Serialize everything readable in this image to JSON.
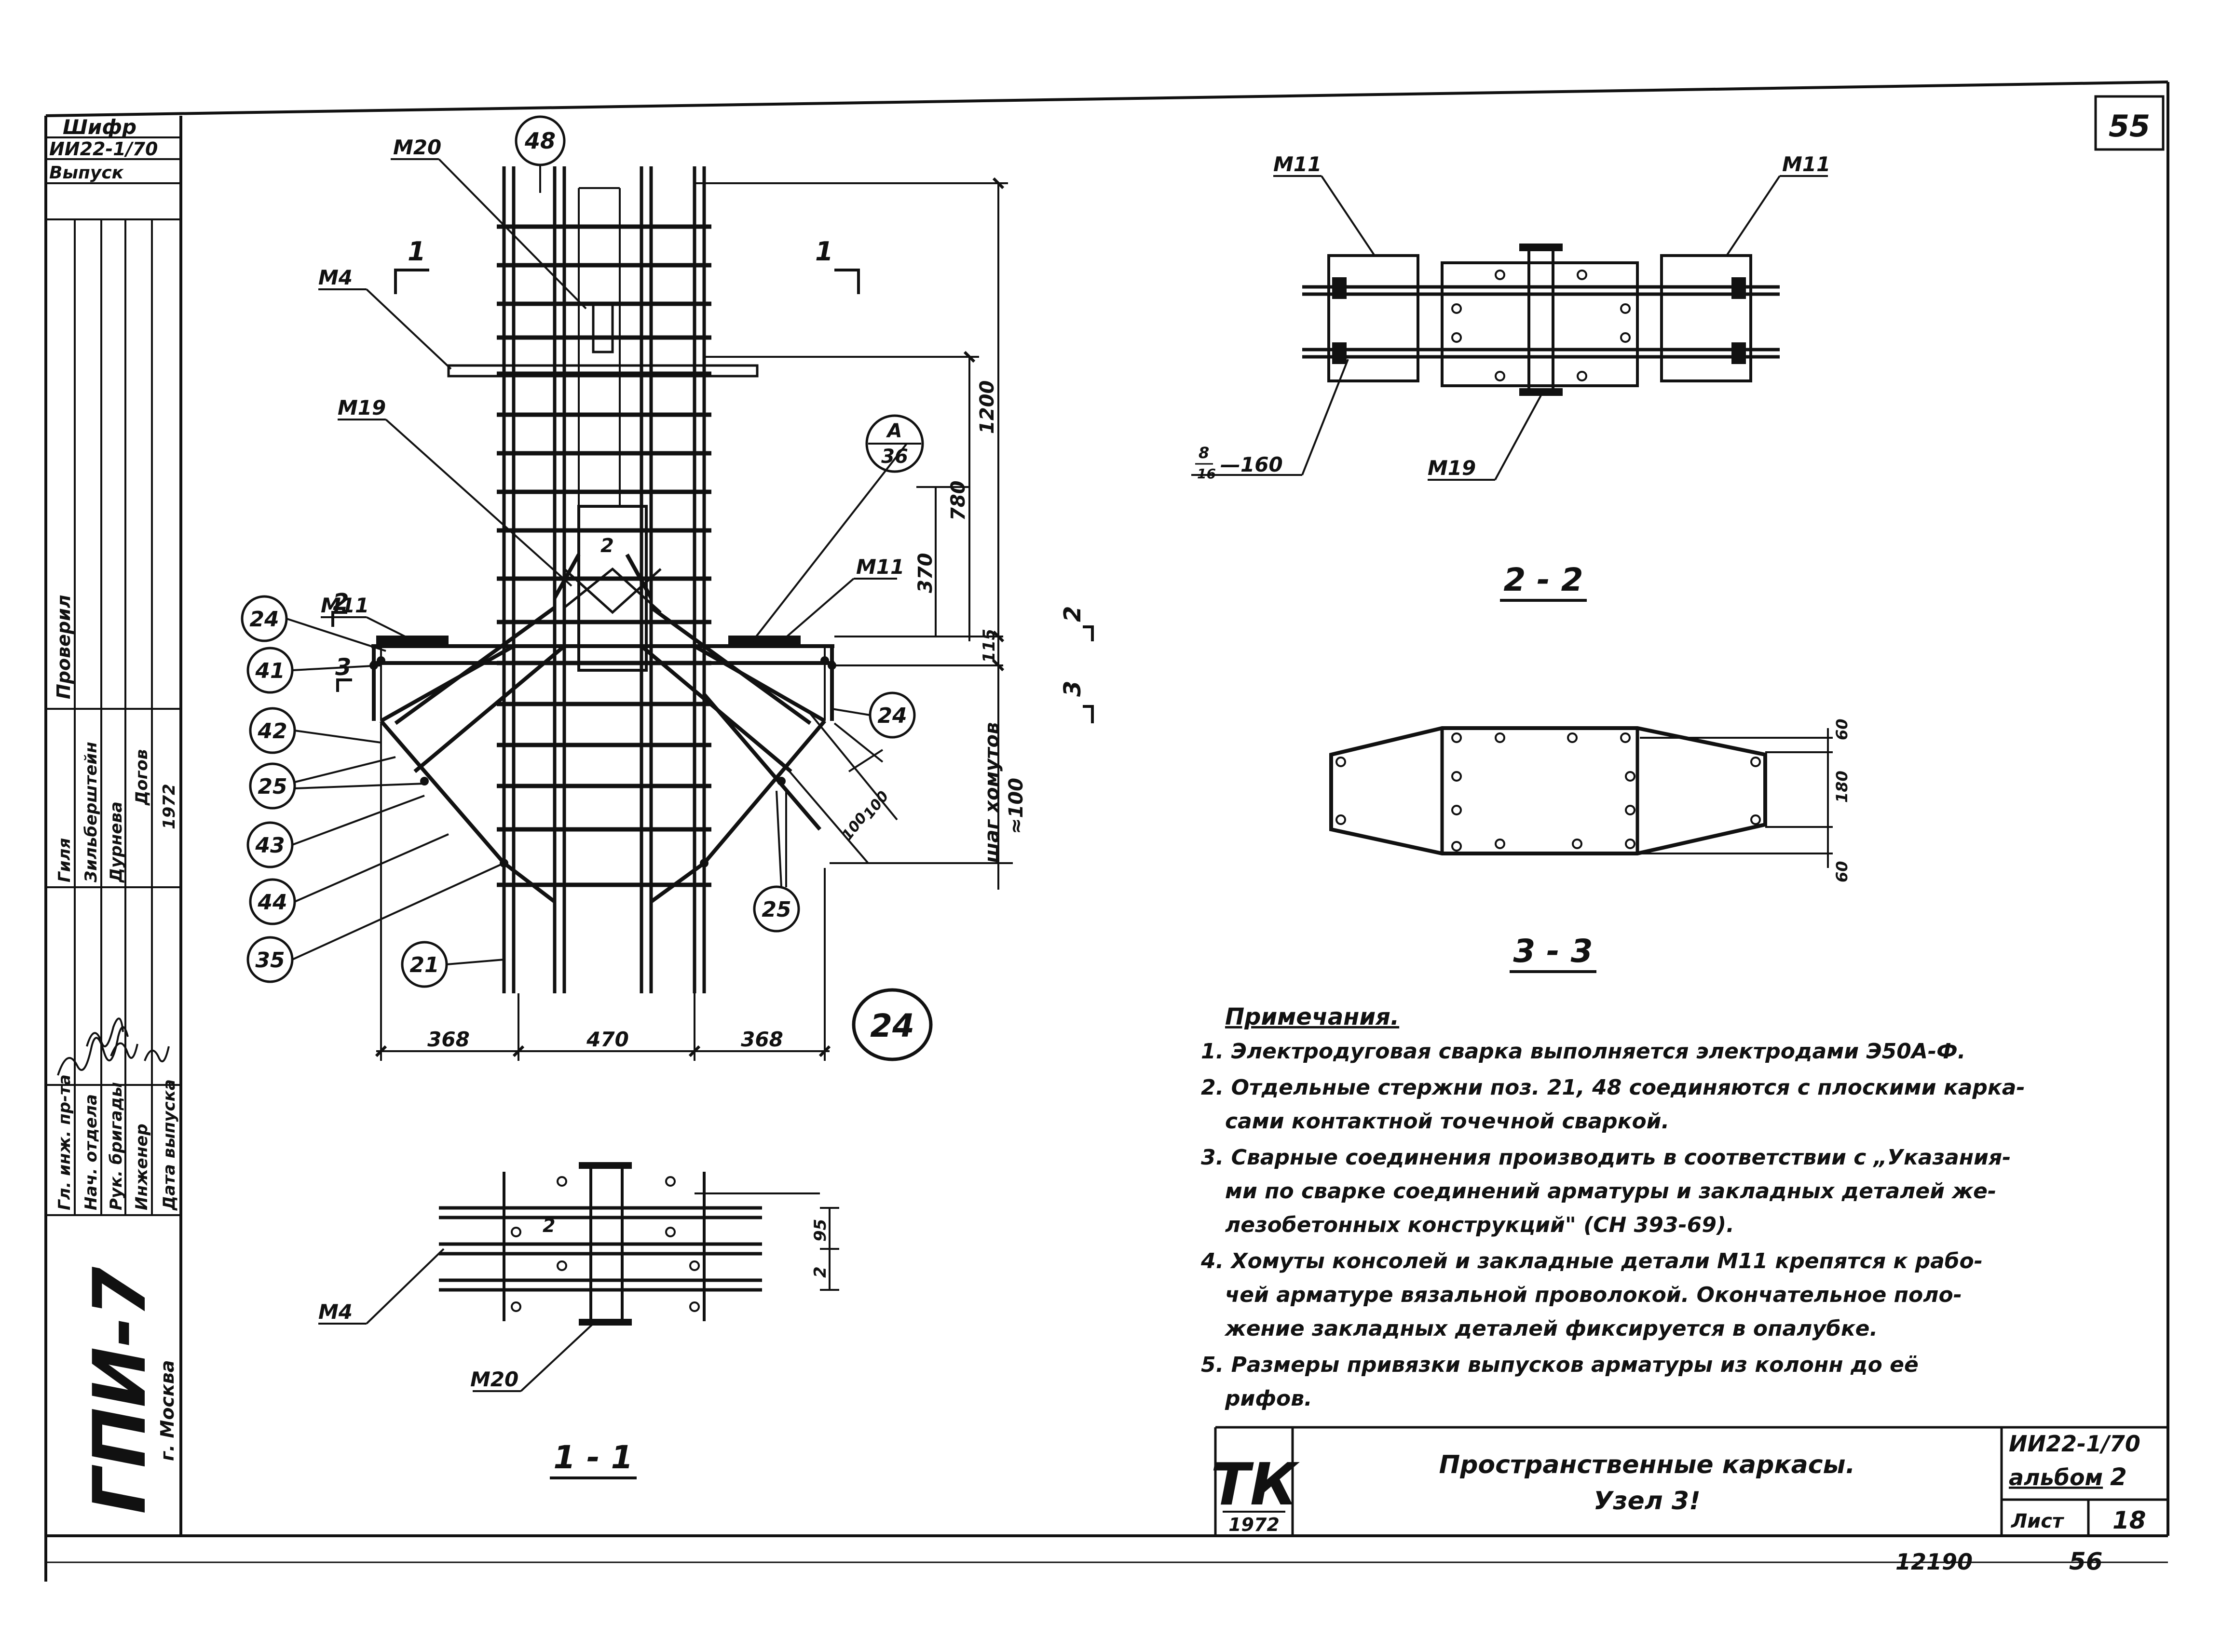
{
  "sheet": {
    "page_number": "55",
    "org_stamp": "ГПИ-7",
    "city": "г. Москва",
    "cipher_label": "Шифр",
    "cipher_value": "ИИ22-1/70",
    "issue_label": "Выпуск",
    "checked_label": "Проверил",
    "bottom_number_left": "12190",
    "bottom_number_right": "56"
  },
  "side_table": {
    "roles": [
      "Гл. инж. пр-та",
      "Нач. отдела",
      "Рук. бригады",
      "Инженер",
      "Дата выпуска"
    ],
    "names": [
      "Гиля",
      "Зильберштейн",
      "Дурнева",
      "",
      "Догов"
    ],
    "year": "1972"
  },
  "drawing": {
    "main_labels": {
      "m20": "М20",
      "m4": "М4",
      "m19": "М19",
      "m11_left": "М11",
      "m11_right": "М11",
      "section_1_left": "1",
      "section_1_right": "1",
      "section_2_left": "2",
      "section_2_right": "2",
      "section_3_left": "3",
      "section_3_right": "3"
    },
    "callouts": {
      "c48": "48",
      "cA": "А",
      "c36": "36",
      "c24_left": "24",
      "c41": "41",
      "c42": "42",
      "c25_left": "25",
      "c43": "43",
      "c44": "44",
      "c35": "35",
      "c21": "21",
      "c24_right": "24",
      "c25_right": "25",
      "c24_big": "24"
    },
    "dimensions": {
      "d1200": "1200",
      "d780": "780",
      "d370": "370",
      "d115": "115",
      "stirrup_step": "шаг хомутов",
      "stirrup_value": "≈100",
      "d100a": "100",
      "d100b": "100",
      "d368_left": "368",
      "d470": "470",
      "d368_right": "368",
      "d95": "95",
      "d2": "2"
    },
    "section_2_2": {
      "title": "2 - 2",
      "m11_left": "М11",
      "m11_right": "М11",
      "weld_num": "8",
      "weld_den": "16",
      "weld_len": "—160",
      "m19": "М19"
    },
    "section_3_3": {
      "title": "3 - 3",
      "d60_top": "60",
      "d180": "180",
      "d60_bottom": "60"
    },
    "section_1_1": {
      "title": "1 - 1",
      "m4": "М4",
      "m20": "М20"
    }
  },
  "notes": {
    "heading": "Примечания.",
    "lines": [
      "1. Электродуговая сварка выполняется электродами Э50А-Ф.",
      "2. Отдельные стержни поз. 21, 48 соединяются с плоскими карка-",
      "сами контактной точечной сваркой.",
      "3. Сварные соединения производить в соответствии с „Указания-",
      "ми по сварке соединений арматуры и закладных деталей же-",
      "лезобетонных конструкций\" (СН 393-69).",
      "4. Хомуты консолей и закладные детали М11 крепятся к рабо-",
      "чей арматуре вязальной проволокой. Окончательное поло-",
      "жение закладных деталей фиксируется в опалубке.",
      "5. Размеры привязки выпусков арматуры из колонн   до её",
      "рифов."
    ]
  },
  "title_block": {
    "logo": "ТК",
    "logo_year": "1972",
    "title_line1": "Пространственные каркасы.",
    "title_line2": "Узел 3!",
    "code": "ИИ22-1/70",
    "album_label": "альбом",
    "album_value": "2",
    "sheet_label": "Лист",
    "sheet_value": "18"
  }
}
